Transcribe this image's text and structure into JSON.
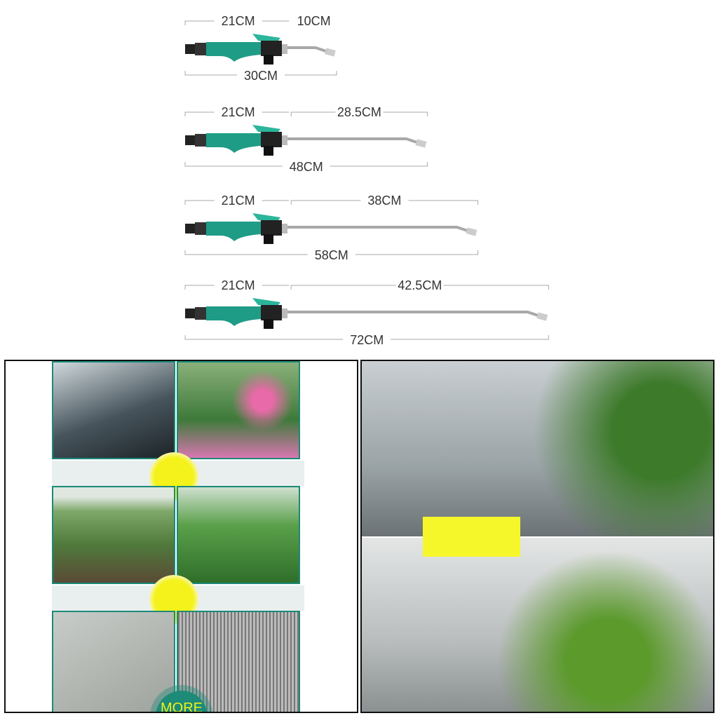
{
  "products": [
    {
      "handle": "21CM",
      "extension": "10CM",
      "total": "30CM",
      "handle_cm": 21,
      "total_cm": 30
    },
    {
      "handle": "21CM",
      "extension": "28.5CM",
      "total": "48CM",
      "handle_cm": 21,
      "total_cm": 48
    },
    {
      "handle": "21CM",
      "extension": "38CM",
      "total": "58CM",
      "handle_cm": 21,
      "total_cm": 58
    },
    {
      "handle": "21CM",
      "extension": "42.5CM",
      "total": "72CM",
      "handle_cm": 21,
      "total_cm": 72
    }
  ],
  "usage_panel": {
    "more_label": "MORE"
  },
  "colors": {
    "accent": "#1e9c86",
    "highlight": "#f6f72a",
    "frame": "#1b8a7a"
  }
}
